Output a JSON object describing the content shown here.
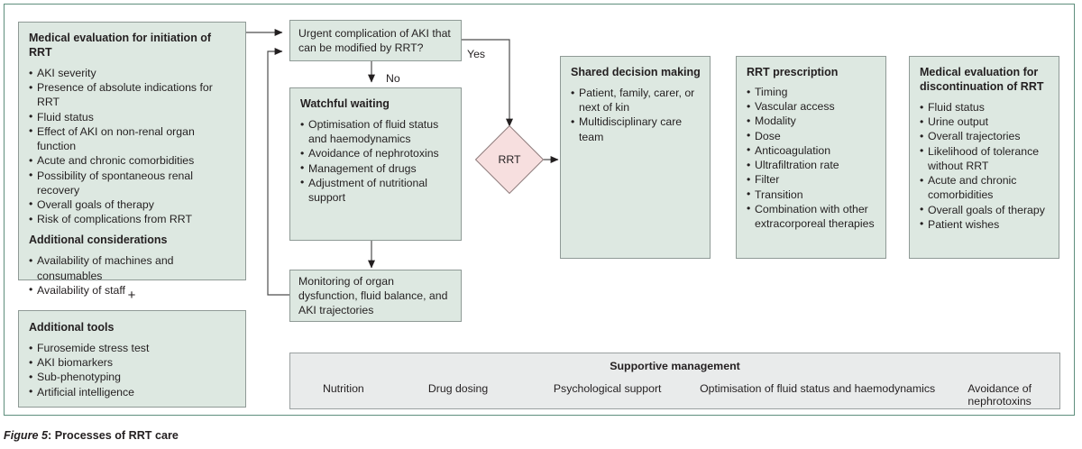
{
  "figure": {
    "label": "Figure 5",
    "separator": ": ",
    "title": "Processes of RRT care"
  },
  "colors": {
    "box_fill": "#dde8e1",
    "box_border": "#8f9a96",
    "decision_fill": "#f7dfdf",
    "decision_border": "#8c7b7b",
    "panel_fill": "#e9ebeb",
    "panel_border": "#9aa0a0",
    "frame_border": "#5f8f7d",
    "connector": "#4d4d4d",
    "text": "#231f20"
  },
  "boxes": {
    "medical_evaluation_initiation": {
      "heading": "Medical evaluation for initiation of RRT",
      "items": [
        "AKI severity",
        "Presence of absolute indications for RRT",
        "Fluid status",
        "Effect of AKI on non-renal organ function",
        "Acute and chronic comorbidities",
        "Possibility of spontaneous renal recovery",
        "Overall goals of therapy",
        "Risk of complications from RRT"
      ],
      "subheading": "Additional considerations",
      "sub_items": [
        "Availability of machines and consumables",
        "Availability of staff"
      ]
    },
    "additional_tools": {
      "heading": "Additional tools",
      "items": [
        "Furosemide stress test",
        "AKI biomarkers",
        "Sub-phenotyping",
        "Artificial intelligence"
      ]
    },
    "urgent_complication": {
      "text": "Urgent complication of AKI that can be modified by RRT?"
    },
    "watchful_waiting": {
      "heading": "Watchful waiting",
      "items": [
        "Optimisation of fluid status and haemodynamics",
        "Avoidance of nephrotoxins",
        "Management of drugs",
        "Adjustment of nutritional support"
      ]
    },
    "monitoring": {
      "text": "Monitoring of organ dysfunction, fluid balance, and AKI trajectories"
    },
    "shared_decision_making": {
      "heading": "Shared decision making",
      "items": [
        "Patient, family, carer, or next of kin",
        "Multidisciplinary care team"
      ]
    },
    "rrt_prescription": {
      "heading": "RRT prescription",
      "items": [
        "Timing",
        "Vascular access",
        "Modality",
        "Dose",
        "Anticoagulation",
        "Ultrafiltration rate",
        "Filter",
        "Transition",
        "Combination with other extracorporeal therapies"
      ]
    },
    "medical_evaluation_discontinuation": {
      "heading": "Medical evaluation for discontinuation of RRT",
      "items": [
        "Fluid status",
        "Urine output",
        "Overall trajectories",
        "Likelihood of tolerance without RRT",
        "Acute and chronic comorbidities",
        "Overall goals of therapy",
        "Patient wishes"
      ]
    }
  },
  "decision_node": {
    "label": "RRT"
  },
  "connectors": {
    "yes_label": "Yes",
    "no_label": "No",
    "plus_symbol": "+"
  },
  "supportive_management": {
    "title": "Supportive management",
    "items": [
      "Nutrition",
      "Drug dosing",
      "Psychological support",
      "Optimisation of fluid status and haemodynamics",
      "Avoidance of nephrotoxins"
    ]
  }
}
